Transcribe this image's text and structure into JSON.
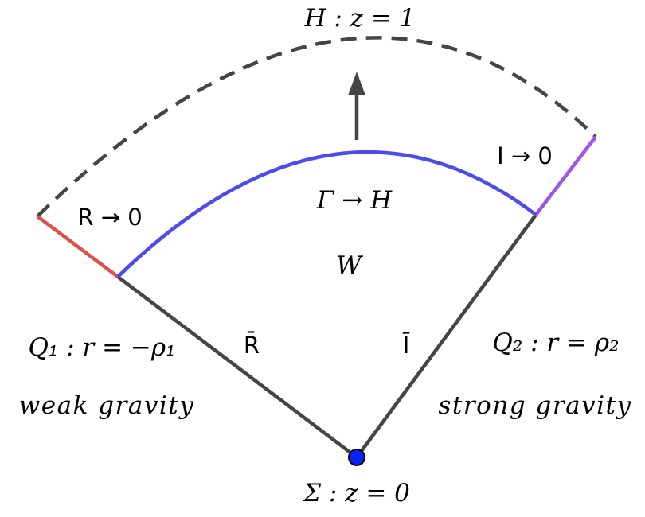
{
  "labels": {
    "horizon": "H : z = 1",
    "boundary_sigma": "Σ : z = 0",
    "q1": "Q₁ : r = −ρ₁",
    "q2": "Q₂ : r = ρ₂",
    "weak": "weak gravity",
    "strong": "strong gravity",
    "r_limit": "R → 0",
    "i_limit": "I → 0",
    "gamma_limit": "Γ → H",
    "w_region": "W",
    "r_bar": "R̄",
    "i_bar": "Ī"
  },
  "colors": {
    "edge": "#454545",
    "gamma_curve": "#4b4bf0",
    "r_segment": "#e04f48",
    "i_segment": "#9b55ee",
    "sigma_point": "#0b23f0",
    "horizon_dash": "#454545"
  }
}
